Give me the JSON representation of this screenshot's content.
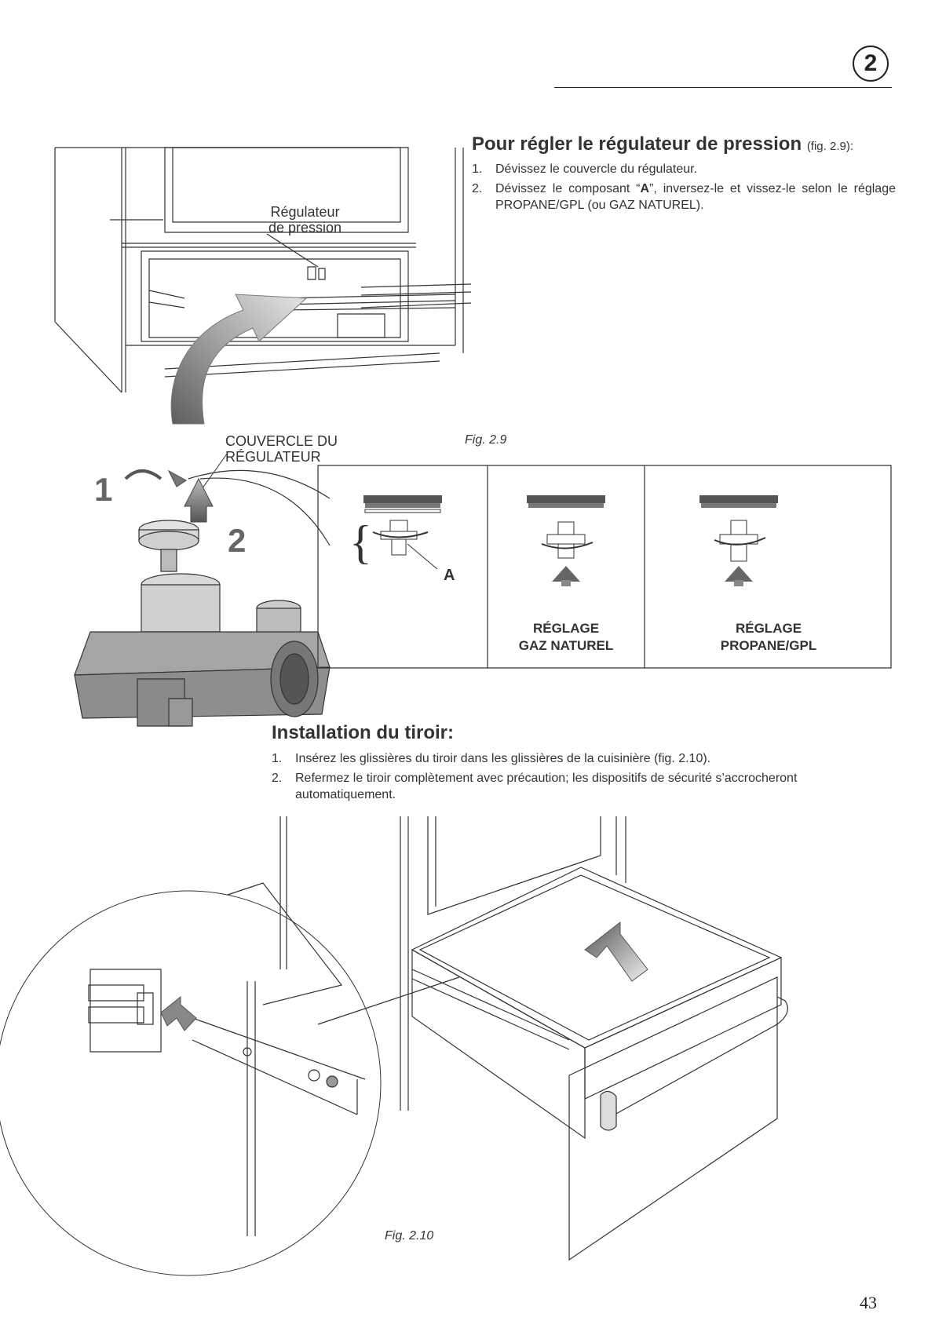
{
  "header": {
    "chapter_number": "2"
  },
  "section1": {
    "title": "Pour régler le régulateur de pression",
    "title_ref": "(fig. 2.9):",
    "steps": [
      {
        "num": "1.",
        "text": "Dévissez le couvercle du régulateur."
      },
      {
        "num": "2.",
        "text_before": "Dévissez le composant “",
        "text_bold": "A",
        "text_after": "”, inversez-le et vissez-le selon le réglage PROPANE/GPL (ou GAZ NATUREL)."
      }
    ]
  },
  "figure_2_9": {
    "caption": "Fig. 2.9",
    "label_regulator_line1": "Régulateur",
    "label_regulator_line2": "de pression",
    "label_cover_line1": "COUVERCLE DU",
    "label_cover_line2": "RÉGULATEUR",
    "step_mark_1": "1",
    "step_mark_2": "2",
    "panel_a_label": "A",
    "panel_natural_line1": "RÉGLAGE",
    "panel_natural_line2": "GAZ NATUREL",
    "panel_propane_line1": "RÉGLAGE",
    "panel_propane_line2": "PROPANE/GPL"
  },
  "section2": {
    "title": "Installation du tiroir:",
    "steps": [
      {
        "num": "1.",
        "text": "Insérez les glissières du tiroir dans les glissières de la cuisinière (fig. 2.10)."
      },
      {
        "num": "2.",
        "text": "Refermez le tiroir complètement avec précaution; les dispositifs de sécurité s’accrocheront automatiquement."
      }
    ]
  },
  "figure_2_10": {
    "caption": "Fig. 2.10"
  },
  "footer": {
    "page_number": "43"
  },
  "colors": {
    "ink": "#222222",
    "arrow_gray": "#9a9a9a"
  }
}
